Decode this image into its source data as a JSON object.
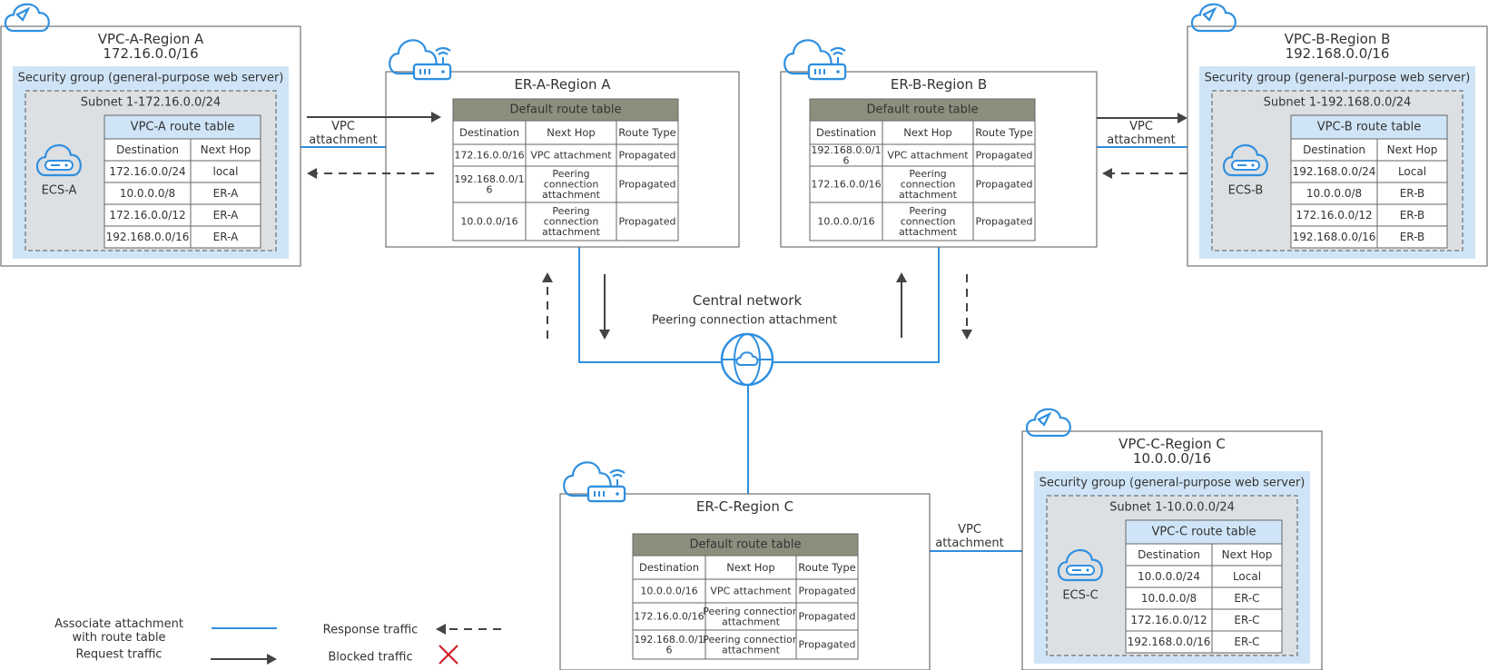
{
  "vpc_a": {
    "title": "VPC-A-Region A",
    "cidr": "172.16.0.0/16",
    "security_group": "Security group (general-purpose web server)",
    "subnet": "Subnet 1-172.16.0.0/24",
    "ecs": "ECS-A",
    "route_table": {
      "title": "VPC-A route table",
      "headers": [
        "Destination",
        "Next Hop"
      ],
      "rows": [
        [
          "172.16.0.0/24",
          "local"
        ],
        [
          "10.0.0.0/8",
          "ER-A"
        ],
        [
          "172.16.0.0/12",
          "ER-A"
        ],
        [
          "192.168.0.0/16",
          "ER-A"
        ]
      ]
    }
  },
  "vpc_b": {
    "title": "VPC-B-Region B",
    "cidr": "192.168.0.0/16",
    "security_group": "Security group (general-purpose web server)",
    "subnet": "Subnet 1-192.168.0.0/24",
    "ecs": "ECS-B",
    "route_table": {
      "title": "VPC-B route table",
      "headers": [
        "Destination",
        "Next Hop"
      ],
      "rows": [
        [
          "192.168.0.0/24",
          "Local"
        ],
        [
          "10.0.0.0/8",
          "ER-B"
        ],
        [
          "172.16.0.0/12",
          "ER-B"
        ],
        [
          "192.168.0.0/16",
          "ER-B"
        ]
      ]
    }
  },
  "vpc_c": {
    "title": "VPC-C-Region C",
    "cidr": "10.0.0.0/16",
    "security_group": "Security group (general-purpose web server)",
    "subnet": "Subnet 1-10.0.0.0/24",
    "ecs": "ECS-C",
    "route_table": {
      "title": "VPC-C route table",
      "headers": [
        "Destination",
        "Next Hop"
      ],
      "rows": [
        [
          "10.0.0.0/24",
          "Local"
        ],
        [
          "10.0.0.0/8",
          "ER-C"
        ],
        [
          "172.16.0.0/12",
          "ER-C"
        ],
        [
          "192.168.0.0/16",
          "ER-C"
        ]
      ]
    }
  },
  "er_a": {
    "title": "ER-A-Region A",
    "route_table": {
      "title": "Default route table",
      "headers": [
        "Destination",
        "Next Hop",
        "Route Type"
      ],
      "rows": [
        [
          [
            "172.16.0.0/16"
          ],
          [
            "VPC attachment"
          ],
          [
            "Propagated"
          ]
        ],
        [
          [
            "192.168.0.0/1",
            "6"
          ],
          [
            "Peering",
            "connection",
            "attachment"
          ],
          [
            "Propagated"
          ]
        ],
        [
          [
            "10.0.0.0/16"
          ],
          [
            "Peering",
            "connection",
            "attachment"
          ],
          [
            "Propagated"
          ]
        ]
      ]
    }
  },
  "er_b": {
    "title": "ER-B-Region B",
    "route_table": {
      "title": "Default route table",
      "headers": [
        "Destination",
        "Next Hop",
        "Route Type"
      ],
      "rows": [
        [
          [
            "192.168.0.0/1",
            "6"
          ],
          [
            "VPC attachment"
          ],
          [
            "Propagated"
          ]
        ],
        [
          [
            "172.16.0.0/16"
          ],
          [
            "Peering",
            "connection",
            "attachment"
          ],
          [
            "Propagated"
          ]
        ],
        [
          [
            "10.0.0.0/16"
          ],
          [
            "Peering",
            "connection",
            "attachment"
          ],
          [
            "Propagated"
          ]
        ]
      ]
    }
  },
  "er_c": {
    "title": "ER-C-Region C",
    "route_table": {
      "title": "Default route table",
      "headers": [
        "Destination",
        "Next Hop",
        "Route Type"
      ],
      "rows": [
        [
          [
            "10.0.0.0/16"
          ],
          [
            "VPC attachment"
          ],
          [
            "Propagated"
          ]
        ],
        [
          [
            "172.16.0.0/16"
          ],
          [
            "Peering connection",
            "attachment"
          ],
          [
            "Propagated"
          ]
        ],
        [
          [
            "192.168.0.0/1",
            "6"
          ],
          [
            "Peering connection",
            "attachment"
          ],
          [
            "Propagated"
          ]
        ]
      ]
    }
  },
  "labels": {
    "vpc_attachment": [
      "VPC",
      "attachment"
    ],
    "central_network": "Central network",
    "peering_attachment": "Peering connection attachment"
  },
  "legend": {
    "associate": [
      "Associate attachment",
      "with route table"
    ],
    "request": "Request traffic",
    "response": "Response traffic",
    "blocked": "Blocked traffic"
  },
  "colors": {
    "association_line": "#2f8fe0",
    "security_group": "#cfe5f7",
    "subnet": "#dde0e2",
    "er_table_header": "#8e8e7e",
    "blocked": "#d0202a"
  }
}
